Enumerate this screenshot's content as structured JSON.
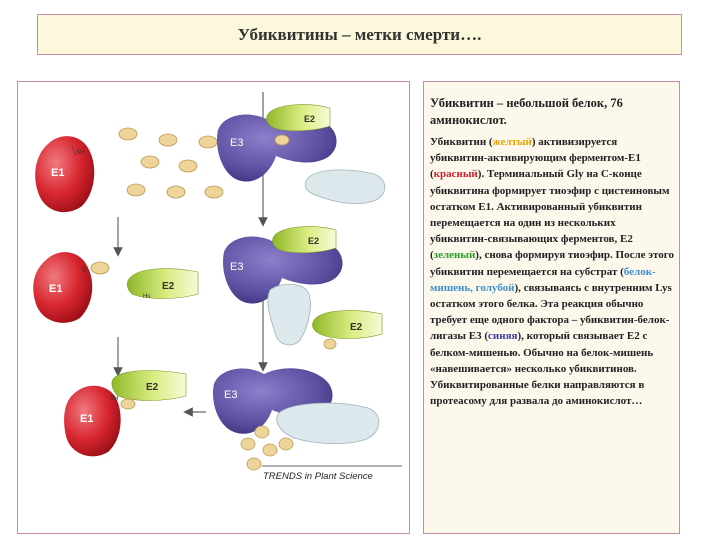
{
  "slide": {
    "title": "Убиквитины – метки смерти…."
  },
  "figure": {
    "labels": {
      "e1": "E1",
      "e2": "E2",
      "e3": "E3",
      "sh": "SH",
      "s": "S",
      "hs": "Hs"
    },
    "credit": "TRENDS in Plant Science"
  },
  "text": {
    "lead": "Убиквитин – небольшой белок, 76 аминокислот.",
    "p1": "Убиквитин (",
    "w_yellow": "желтый",
    "p2": ") активизируется убиквитин-активирующим ферментом-Е1 (",
    "w_red": "красный",
    "p3": "). Терминальный Gly на С-конце убиквитина формирует тиоэфир с цистеиновым остатком Е1. Активированный убиквитин перемещается на один из нескольких убиквитин-связывающих ферментов, Е2 (",
    "w_green": "зеленый",
    "p4": "), снова формируя тиоэфир. После этого убиквитин перемещается на субстрат (",
    "w_blue": "белок-мишень, голубой",
    "p5": "), связываясь с внутренним Lys остатком этого белка. Эта реакция обычно требует еще одного фактора – убиквитин-белок-лигазы Е3 (",
    "w_indigo": "синяя",
    "p6": "), который связывает Е2 с белком-мишенью. Обычно на белок-мишень «навешивается» несколько убиквитинов. Убиквитированные белки направляются в протеасому для развала до аминокислот…"
  },
  "colors": {
    "e1": "#d7262f",
    "e2": "#a6c93a",
    "e3": "#5b4fa0",
    "ubiquitin": "#efd49a",
    "target": "#dce8ec",
    "border": "#c98aa6",
    "title_bg": "#fbf8dc"
  }
}
